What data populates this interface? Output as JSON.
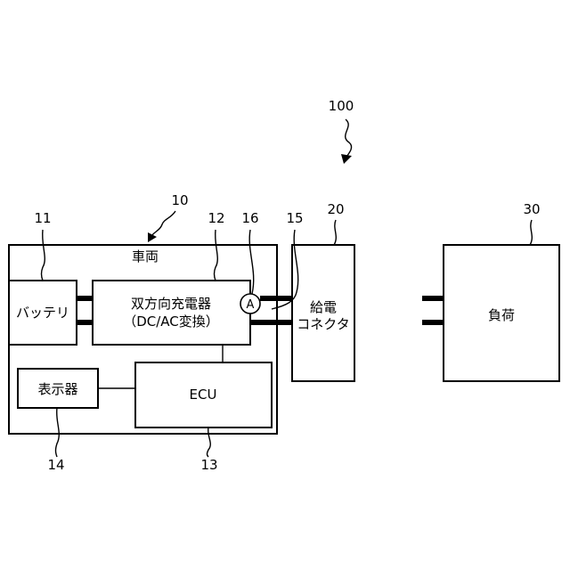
{
  "labels": {
    "vehicle": "車両",
    "battery": "バッテリ",
    "charger_line1": "双方向充電器",
    "charger_line2": "（DC/AC変換）",
    "ammeter": "A",
    "ecu": "ECU",
    "display": "表示器",
    "connector_line1": "給電",
    "connector_line2": "コネクタ",
    "load": "負荷"
  },
  "refs": {
    "system": "100",
    "vehicle": "10",
    "battery": "11",
    "charger": "12",
    "ecu": "13",
    "display": "14",
    "wire": "15",
    "ammeter": "16",
    "connector": "20",
    "load": "30"
  }
}
